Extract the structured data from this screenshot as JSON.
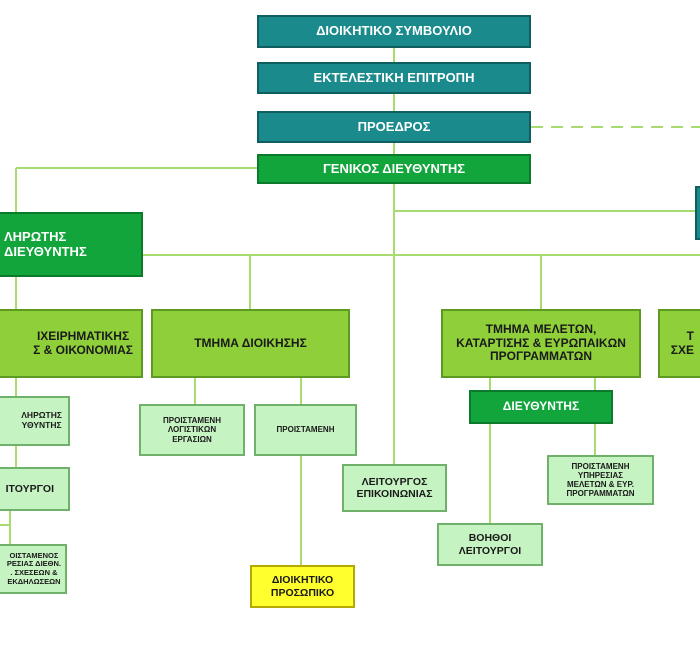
{
  "board": "ΔΙΟΙΚΗΤΙΚΟ ΣΥΜΒΟΥΛΙΟ",
  "executive_committee": "ΕΚΤΕΛΕΣΤΙΚΗ ΕΠΙΤΡΟΠΗ",
  "president": "ΠΡΟΕΔΡΟΣ",
  "general_director": "ΓΕΝΙΚΟΣ ΔΙΕΥΘΥΝΤΗΣ",
  "deputy_director": "ΛΗΡΩΤΗΣ\nΔΙΕΥΘΥΝΤΗΣ",
  "departments": {
    "business": "ΙΧΕΙΡΗΜΑΤΙΚΗΣ\nΣ & ΟΙΚΟΝΟΜΙΑΣ",
    "administration": "ΤΜΗΜΑ ΔΙΟΙΚΗΣΗΣ",
    "studies": "ΤΜΗΜΑ ΜΕΛΕΤΩΝ,\nΚΑΤΑΡΤΙΣΗΣ & ΕΥΡΩΠΑΙΚΩΝ\nΠΡΟΓΡΑΜΜΑΤΩΝ",
    "relations": "Τ\nΣΧΕ"
  },
  "units": {
    "business_deputy": "ΛΗΡΩΤΗΣ\nΥΘΥΝΤΗΣ",
    "business_officers": "ΙΤΟΥΡΓΟΙ",
    "business_head_intl": "ΟΙΣΤΑΜΕΝΟΣ\nΡΕΣΙΑΣ ΔΙΕΘΝ.\n. ΣΧΕΣΕΩΝ &\nΕΚΔΗΛΩΣΕΩΝ",
    "head_accounting": "ΠΡΟΙΣΤΑΜΕΝΗ\nΛΟΓΙΣΤΙΚΩΝ\nΕΡΓΑΣΙΩΝ",
    "head": "ΠΡΟΙΣΤΑΜΕΝΗ",
    "admin_staff": "ΔΙΟΙΚΗΤΙΚΟ\nΠΡΟΣΩΠΙΚΟ",
    "communication_officer": "ΛΕΙΤΟΥΡΓΟΣ\nΕΠΙΚΟΙΝΩΝΙΑΣ",
    "studies_director": "ΔΙΕΥΘΥΝΤΗΣ",
    "assistant_officers": "ΒΟΗΘΟΙ\nΛΕΙΤΟΥΡΓΟΙ",
    "head_studies": "ΠΡΟΙΣΤΑΜΕΝΗ\nΥΠΗΡΕΣΙΑΣ\nΜΕΛΕΤΩΝ & ΕΥΡ.\nΠΡΟΓΡΑΜΜΑΤΩΝ"
  },
  "colors": {
    "teal": "#1a8a8c",
    "dark_green": "#12a53c",
    "lime": "#8fcf3a",
    "mint": "#c6f3c2",
    "yellow": "#ffff2e",
    "connector": "#a8dc70"
  }
}
